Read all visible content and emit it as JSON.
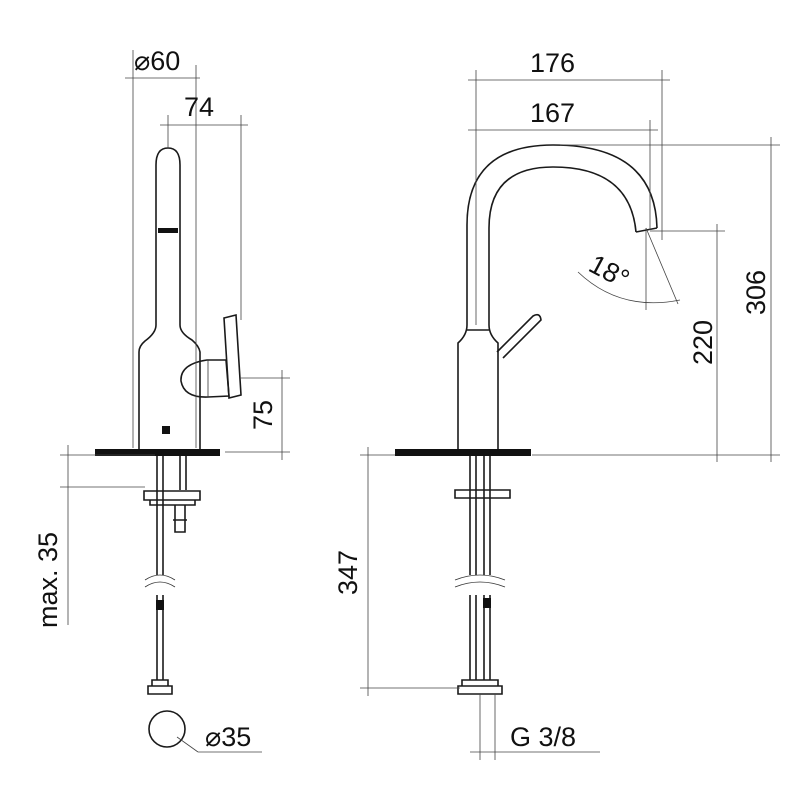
{
  "dimensions": {
    "base_diameter": "⌀60",
    "spout_offset": "74",
    "handle_height": "75",
    "deck_thickness_max": "max. 35",
    "hole_diameter": "⌀35",
    "overall_reach": "176",
    "spout_reach": "167",
    "spout_angle": "18°",
    "spout_height": "220",
    "overall_height": "306",
    "hose_length": "347",
    "connection_thread": "G 3/8"
  },
  "colors": {
    "line": "#1a1a1a",
    "plate": "#111111",
    "background": "#ffffff"
  }
}
